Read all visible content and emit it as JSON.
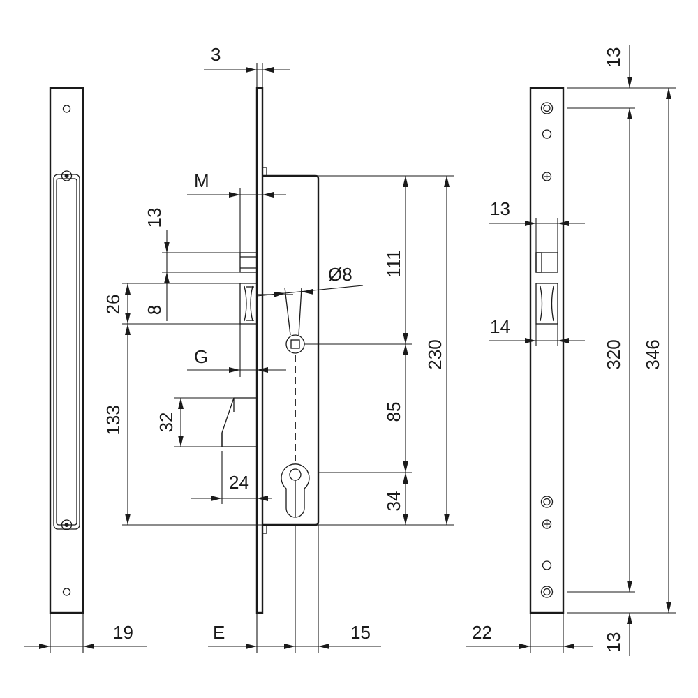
{
  "labels": {
    "face_width_left": "19",
    "faceplate_thickness": "3",
    "m": "M",
    "dim_13_left": "13",
    "dim_26": "26",
    "dim_8": "8",
    "g": "G",
    "dim_133": "133",
    "dim_32": "32",
    "dim_24": "24",
    "e": "E",
    "dim_15": "15",
    "spindle_diameter": "Ø8",
    "dim_111": "111",
    "dim_85": "85",
    "dim_34": "34",
    "dim_230": "230",
    "dim_13_right": "13",
    "dim_14": "14",
    "face_width_right": "22",
    "dim_13_top": "13",
    "dim_13_bottom": "13",
    "dim_320": "320",
    "dim_346": "346"
  },
  "colors": {
    "line": "#1a1a1a",
    "background": "#ffffff"
  }
}
